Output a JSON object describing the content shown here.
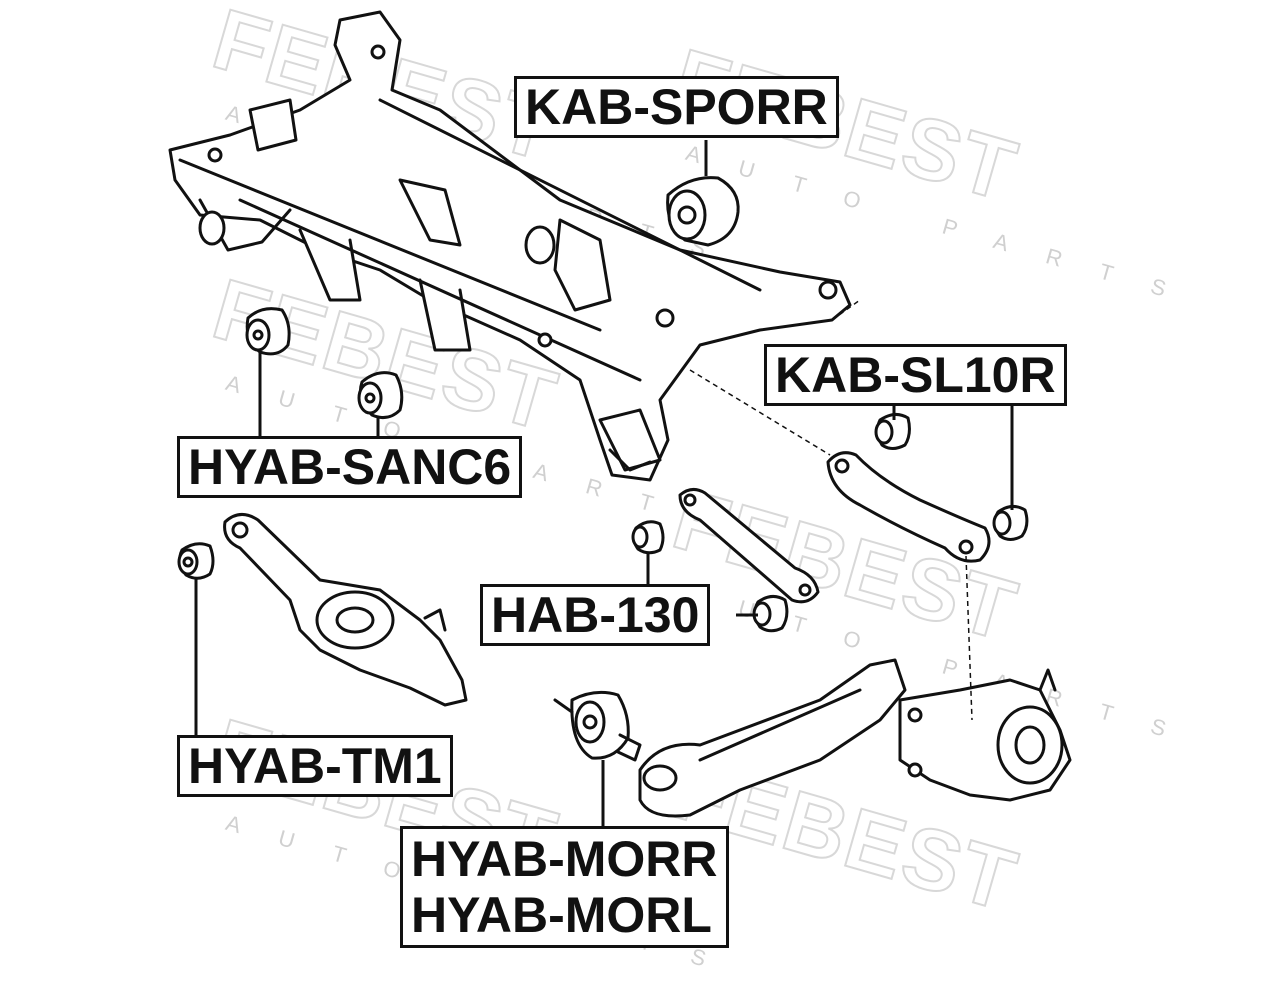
{
  "watermark": {
    "brand": "FEBEST",
    "tagline": "AUTO PARTS"
  },
  "labels": {
    "kab_sporr": "KAB-SPORR",
    "kab_sl10r": "KAB-SL10R",
    "hyab_sanc6": "HYAB-SANC6",
    "hab_130": "HAB-130",
    "hyab_tm1": "HYAB-TM1",
    "hyab_morr": "HYAB-MORR",
    "hyab_morl": "HYAB-MORL"
  },
  "colors": {
    "line": "#111111",
    "watermark": "#d8d8d8"
  }
}
